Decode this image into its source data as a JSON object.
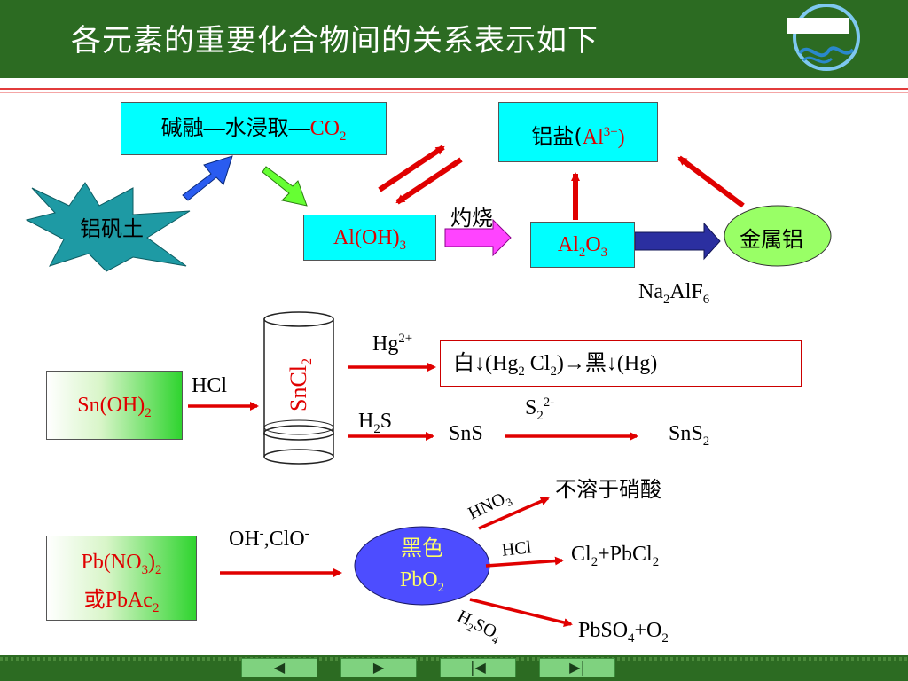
{
  "header": {
    "title": "各元素的重要化合物间的关系表示如下"
  },
  "colors": {
    "header_bg": "#2c6b22",
    "accent_red": "#e00000",
    "cyan_box": "#00ffff",
    "green_box": "#1fdc1f"
  },
  "diagram": {
    "alkali_process": "碱融—水浸取—",
    "alkali_process_co2": "CO",
    "alkali_process_co2_sub": "2",
    "bauxite": "铝矾土",
    "aloh3": "Al(OH)",
    "aloh3_sub": "3",
    "calcine": "灼烧",
    "al2o3_a": "Al",
    "al2o3_sub1": "2",
    "al2o3_b": "O",
    "al2o3_sub2": "3",
    "al_salt_a": "铝盐(",
    "al_salt_b": "Al",
    "al_salt_sup": "3+",
    "al_salt_c": ")",
    "metal_al": "金属铝",
    "cryolite_a": "Na",
    "cryolite_sub1": "2",
    "cryolite_b": "AlF",
    "cryolite_sub2": "6",
    "snoh2": "Sn(OH)",
    "snoh2_sub": "2",
    "hcl_sn": "HCl",
    "sncl2": "SnCl",
    "sncl2_sub": "2",
    "hg_a": "Hg",
    "hg_sup": "2+",
    "hg_result_a": "白↓(Hg",
    "hg_result_sub1": "2",
    "hg_result_b": " Cl",
    "hg_result_sub2": "2",
    "hg_result_c": ")→黑↓(Hg)",
    "h2s_a": "H",
    "h2s_sub": "2",
    "h2s_b": "S",
    "sns": "SnS",
    "s2_a": "S",
    "s2_sub": "2",
    "s2_sup": "2-",
    "sns2_a": "SnS",
    "sns2_sub": "2",
    "pb_line1_a": "Pb(NO",
    "pb_line1_sub1": "3",
    "pb_line1_b": ")",
    "pb_line1_sub2": "2",
    "pb_line2_a": "或PbAc",
    "pb_line2_sub": "2",
    "oh_clo_a": "OH",
    "oh_clo_sup1": "-",
    "oh_clo_b": ",ClO",
    "oh_clo_sup2": "-",
    "pbo2_line1": "黑色",
    "pbo2_line2_a": "PbO",
    "pbo2_line2_sub": "2",
    "hno3_a": "HNO",
    "hno3_sub": "3",
    "hno3_result": "不溶于硝酸",
    "hcl_pb": "HCl",
    "hcl_result_a": "Cl",
    "hcl_result_sub1": "2",
    "hcl_result_b": "+PbCl",
    "hcl_result_sub2": "2",
    "h2so4_a": "H",
    "h2so4_sub1": "2",
    "h2so4_b": "SO",
    "h2so4_sub2": "4",
    "h2so4_result_a": "PbSO",
    "h2so4_result_sub": "4",
    "h2so4_result_b": "+O",
    "h2so4_result_sub2": "2"
  },
  "nav": {
    "prev": "◀",
    "next": "▶",
    "first": "|◀",
    "last": "▶|"
  }
}
